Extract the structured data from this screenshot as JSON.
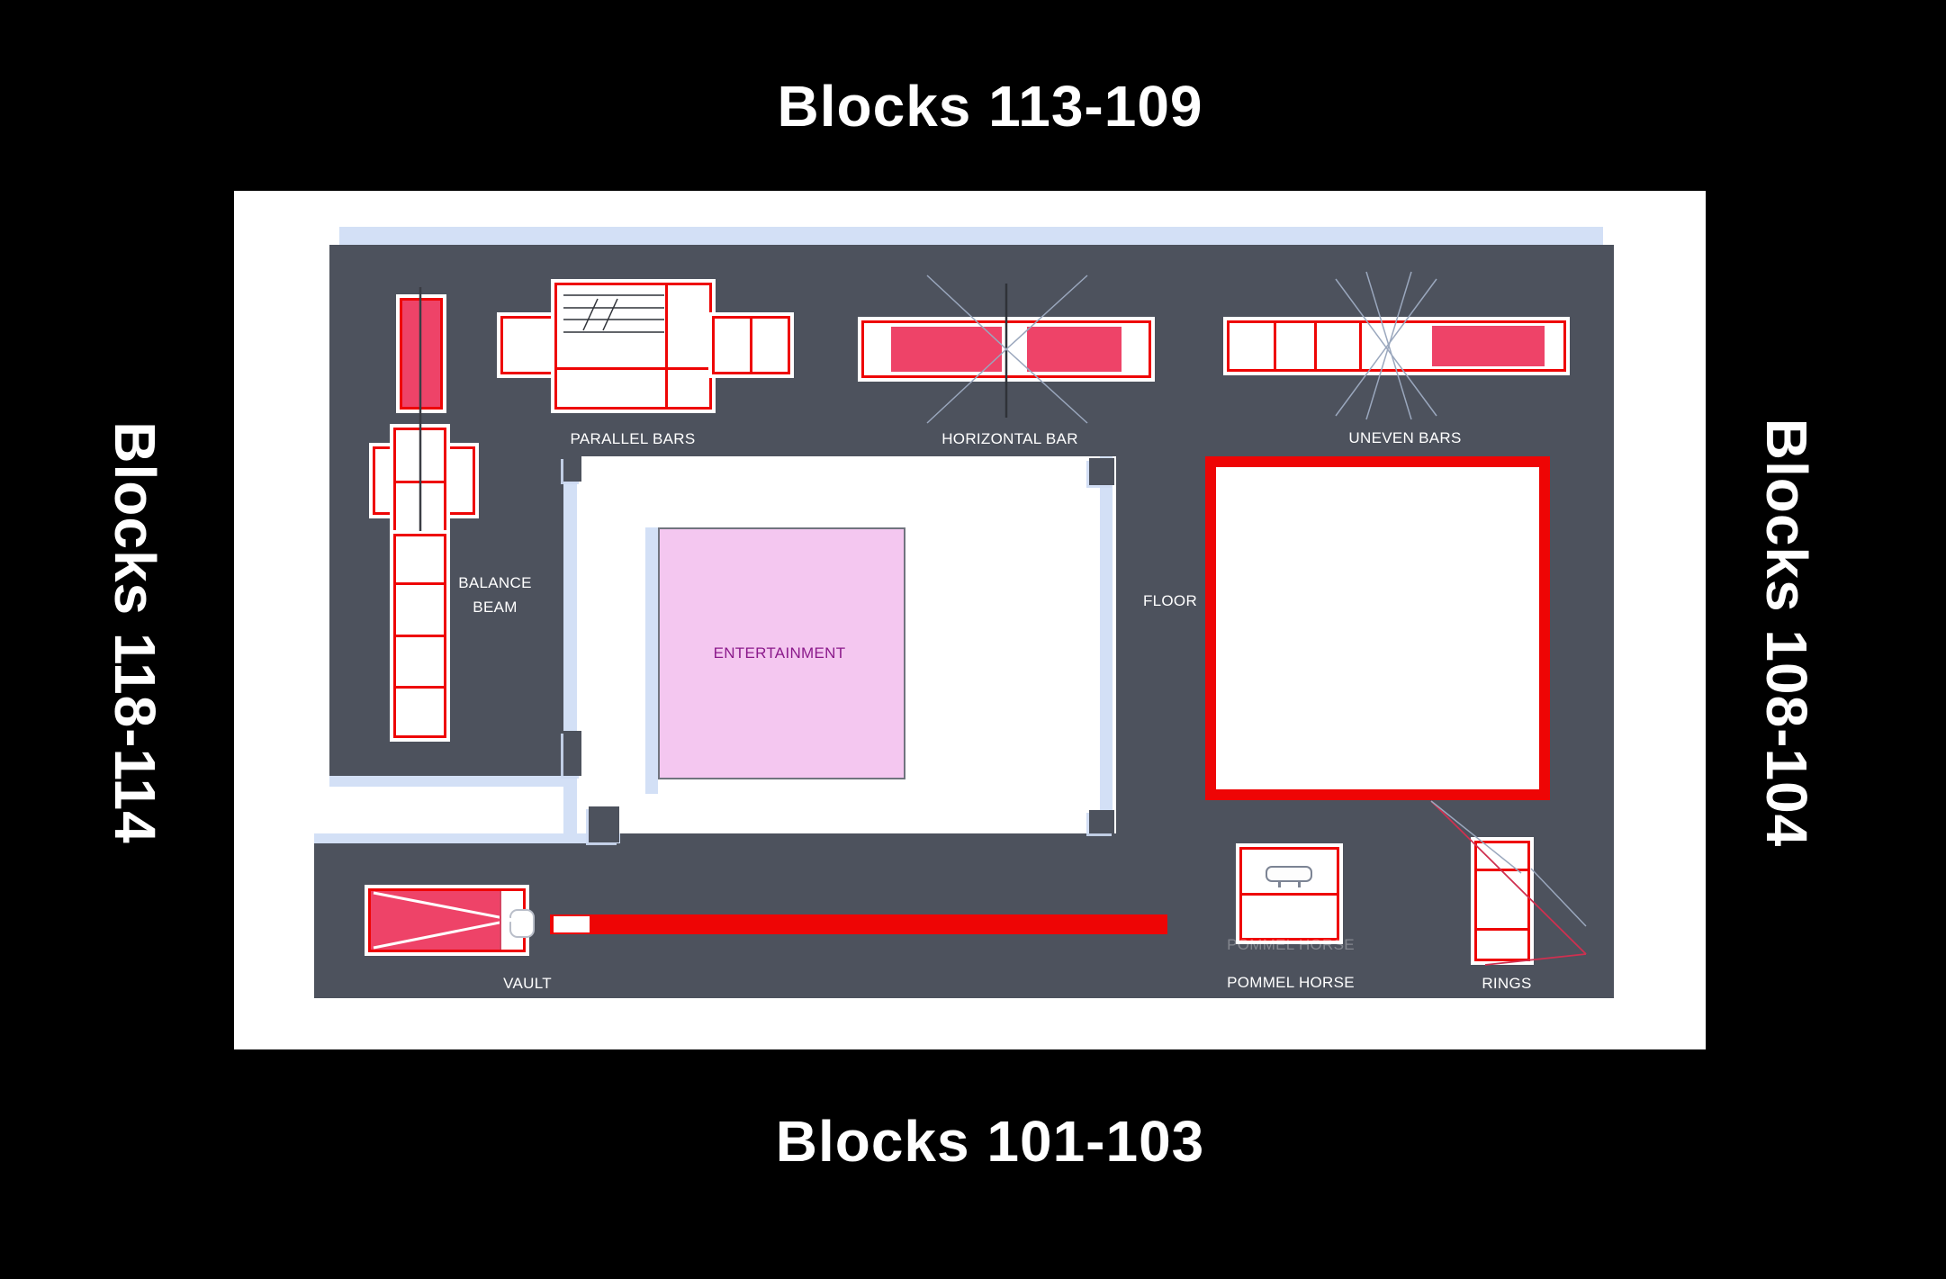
{
  "block_labels": {
    "top": "Blocks 113-109",
    "right": "Blocks 108-104",
    "bottom": "Blocks 101-103",
    "left": "Blocks 118-114"
  },
  "apparatus_labels": {
    "parallel_bars": "PARALLEL BARS",
    "horizontal_bar": "HORIZONTAL BAR",
    "uneven_bars": "UNEVEN BARS",
    "balance": "BALANCE",
    "beam": "BEAM",
    "entertainment": "ENTERTAINMENT",
    "floor": "FLOOR",
    "vault": "VAULT",
    "pommel_horse": "POMMEL HORSE",
    "pommel_horse_ghost": "POMMEL HORSE",
    "rings": "RINGS"
  },
  "colors": {
    "background": "#000000",
    "panel": "#ffffff",
    "arena_gray": "#4d525d",
    "shadow_blue": "#d3e0f6",
    "red": "#ee0505",
    "apparatus_pink": "#ee4368",
    "entertainment_fill": "#f4c7f0",
    "entertainment_text": "#8b1a8b",
    "label_text": "#ffffff"
  }
}
